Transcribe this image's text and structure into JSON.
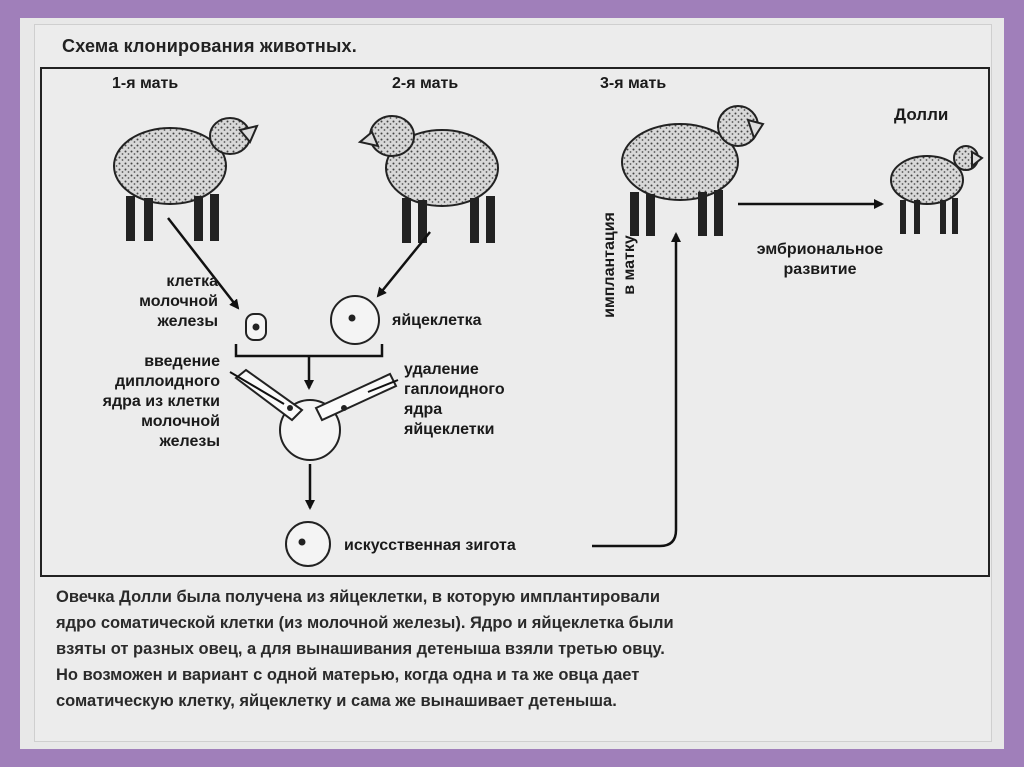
{
  "title": "Схема клонирования животных.",
  "labels": {
    "mother1": "1-я мать",
    "mother2": "2-я мать",
    "mother3": "3-я мать",
    "dolly": "Долли",
    "mammary_cell": [
      "клетка",
      "молочной",
      "железы"
    ],
    "egg_cell": "яйцеклетка",
    "insertion": [
      "введение",
      "диплоидного",
      "ядра из клетки",
      "молочной",
      "железы"
    ],
    "removal": [
      "удаление",
      "гаплоидного",
      "ядра",
      "яйцеклетки"
    ],
    "implantation": [
      "имплантация",
      "в матку"
    ],
    "embryo": [
      "эмбриональное",
      "развитие"
    ],
    "zygote": "искусственная зигота"
  },
  "caption": [
    "Овечка Долли была получена из яйцеклетки, в которую имплантировали",
    "ядро соматической клетки (из молочной железы). Ядро и яйцеклетка были",
    "взяты от разных овец, а для вынашивания детеныша взяли третью овцу.",
    "Но возможен и вариант с одной матерью, когда одна и та же овца дает",
    "соматическую клетку, яйцеклетку и сама же вынашивает детеныша."
  ],
  "colors": {
    "background": "#a07fba",
    "panel": "#ececec",
    "ink": "#1a1a1a"
  },
  "icons": [
    "sheep-icon",
    "cell-icon",
    "egg-cell-icon",
    "pipette-icon",
    "zygote-icon"
  ]
}
